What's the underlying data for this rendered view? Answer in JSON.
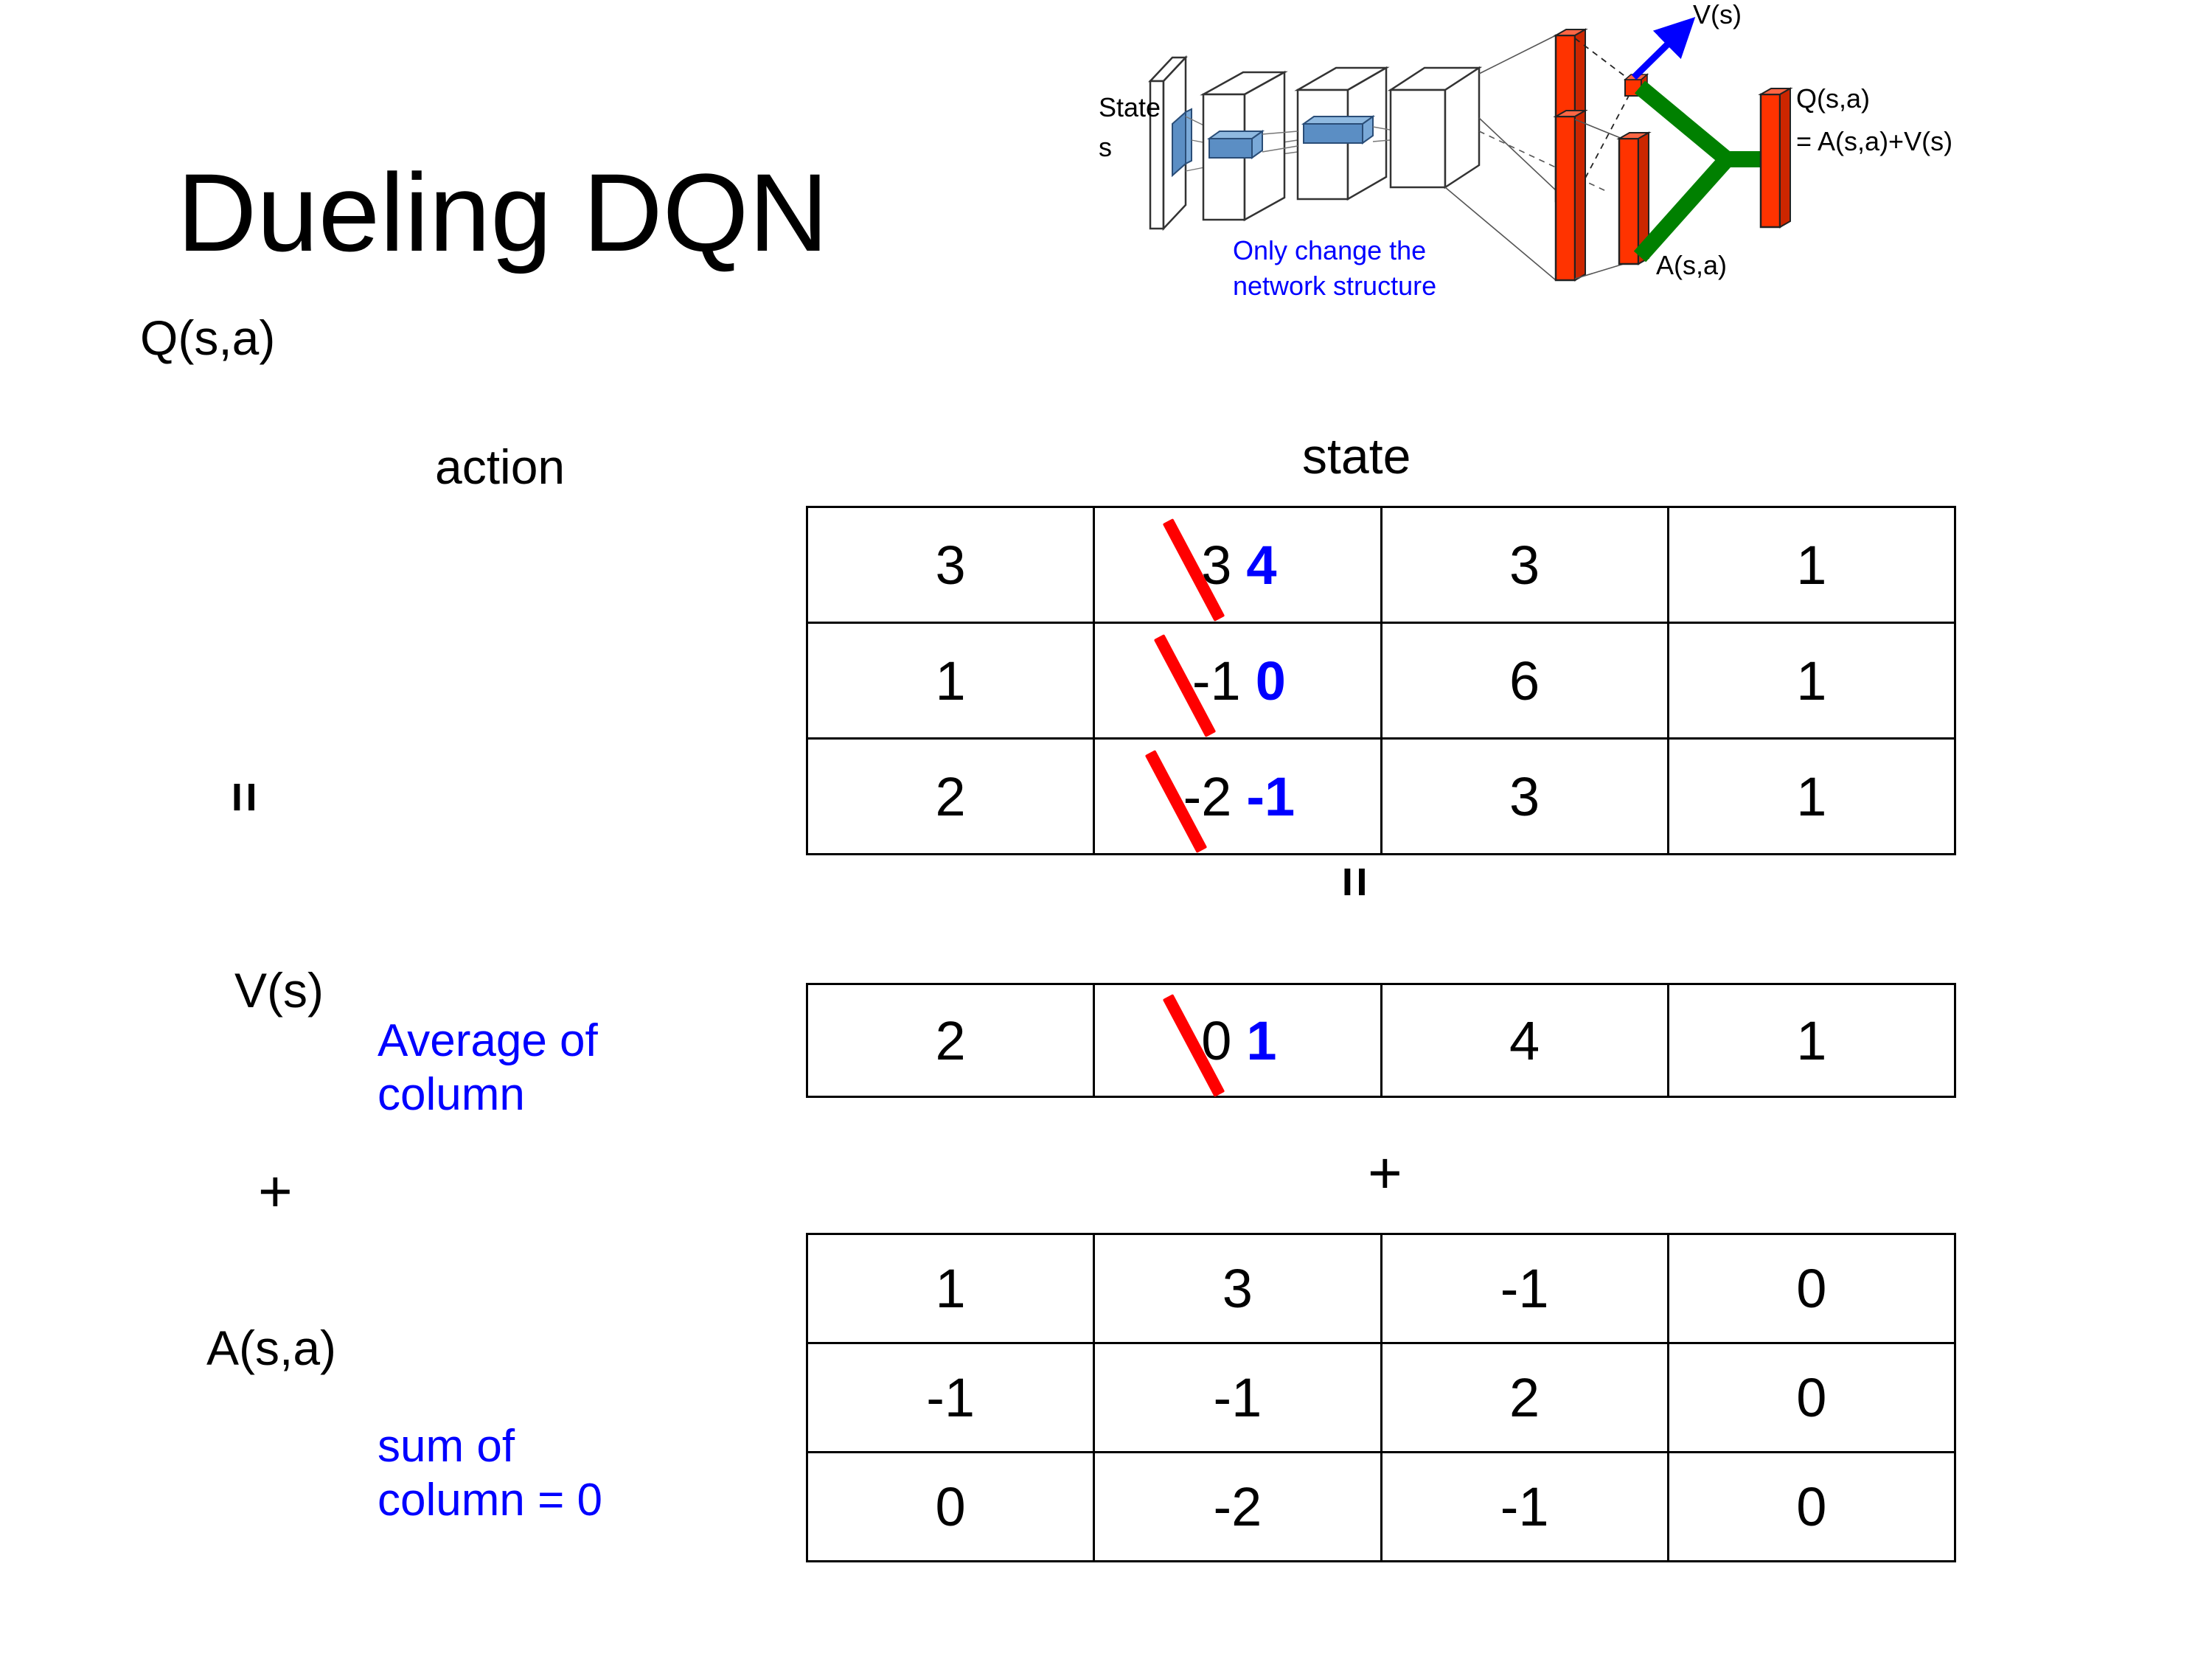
{
  "title": "Dueling DQN",
  "diagram": {
    "input_label_line1": "State",
    "input_label_line2": "s",
    "caption_line1": "Only change the",
    "caption_line2": "network structure",
    "value_label": "V(s)",
    "advantage_label": "A(s,a)",
    "q_label_line1": "Q(s,a)",
    "q_label_line2": "= A(s,a)+V(s)",
    "colors": {
      "caption": "#0000ff",
      "arrow": "#0000ff",
      "bars": "#ff3300",
      "merge": "#008000",
      "conv": "#6699cc"
    }
  },
  "labels": {
    "state_header": "state",
    "action_header": "action",
    "q_label": "Q(s,a)",
    "v_label": "V(s)",
    "a_label": "A(s,a)",
    "equals_top": "=",
    "equals_mid": "=",
    "plus_left": "+",
    "plus_mid": "+"
  },
  "notes": {
    "average_line1": "Average of",
    "average_line2": "column",
    "sum_line1": "sum of",
    "sum_line2": "column = 0",
    "color": "#0000ff"
  },
  "chart_data": {
    "type": "table",
    "title": "Dueling DQN: Q(s,a) = V(s) + A(s,a)",
    "column_axis": "state",
    "row_axis": "action",
    "tables": [
      {
        "name": "Q(s,a)",
        "rows": 3,
        "cols": 4,
        "values": [
          [
            "3",
            "3",
            "3",
            "1"
          ],
          [
            "1",
            "-1",
            "6",
            "1"
          ],
          [
            "2",
            "-2",
            "3",
            "1"
          ]
        ],
        "corrections": [
          {
            "row": 0,
            "col": 1,
            "old": "3",
            "new": "4"
          },
          {
            "row": 1,
            "col": 1,
            "old": "-1",
            "new": "0"
          },
          {
            "row": 2,
            "col": 1,
            "old": "-2",
            "new": "-1"
          }
        ]
      },
      {
        "name": "V(s)",
        "rows": 1,
        "cols": 4,
        "values": [
          [
            "2",
            "0",
            "4",
            "1"
          ]
        ],
        "corrections": [
          {
            "row": 0,
            "col": 1,
            "old": "0",
            "new": "1"
          }
        ]
      },
      {
        "name": "A(s,a)",
        "rows": 3,
        "cols": 4,
        "values": [
          [
            "1",
            "3",
            "-1",
            "0"
          ],
          [
            "-1",
            "-1",
            "2",
            "0"
          ],
          [
            "0",
            "-2",
            "-1",
            "0"
          ]
        ],
        "corrections": []
      }
    ],
    "strike_color": "#ff0000",
    "new_value_color": "#0000ff"
  }
}
